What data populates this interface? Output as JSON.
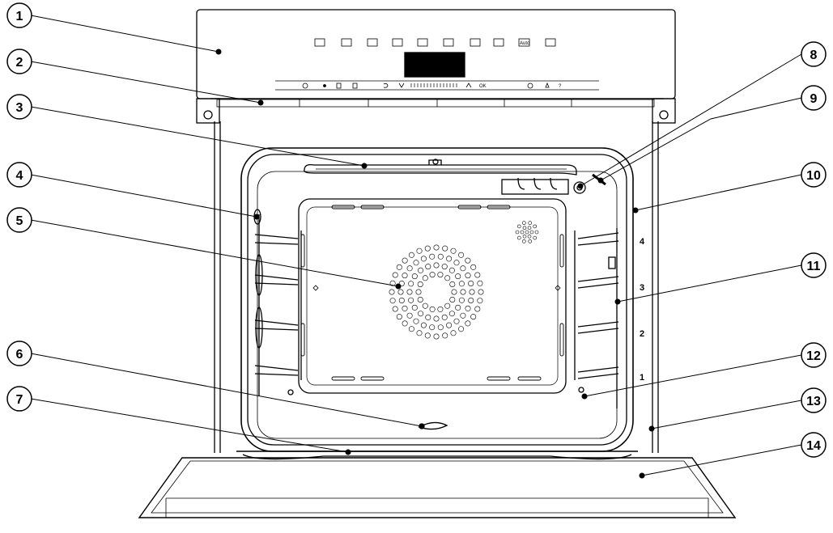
{
  "callouts": [
    {
      "id": 1,
      "label": "1"
    },
    {
      "id": 2,
      "label": "2"
    },
    {
      "id": 3,
      "label": "3"
    },
    {
      "id": 4,
      "label": "4"
    },
    {
      "id": 5,
      "label": "5"
    },
    {
      "id": 6,
      "label": "6"
    },
    {
      "id": 7,
      "label": "7"
    },
    {
      "id": 8,
      "label": "8"
    },
    {
      "id": 9,
      "label": "9"
    },
    {
      "id": 10,
      "label": "10"
    },
    {
      "id": 11,
      "label": "11"
    },
    {
      "id": 12,
      "label": "12"
    },
    {
      "id": 13,
      "label": "13"
    },
    {
      "id": 14,
      "label": "14"
    }
  ],
  "shelf_levels": [
    "4",
    "3",
    "2",
    "1"
  ],
  "control_panel": {
    "auto_label": "Auto",
    "ok_label": "OK",
    "help_label": "?"
  },
  "colors": {
    "line": "#000000",
    "background": "#ffffff",
    "display": "#000000"
  }
}
